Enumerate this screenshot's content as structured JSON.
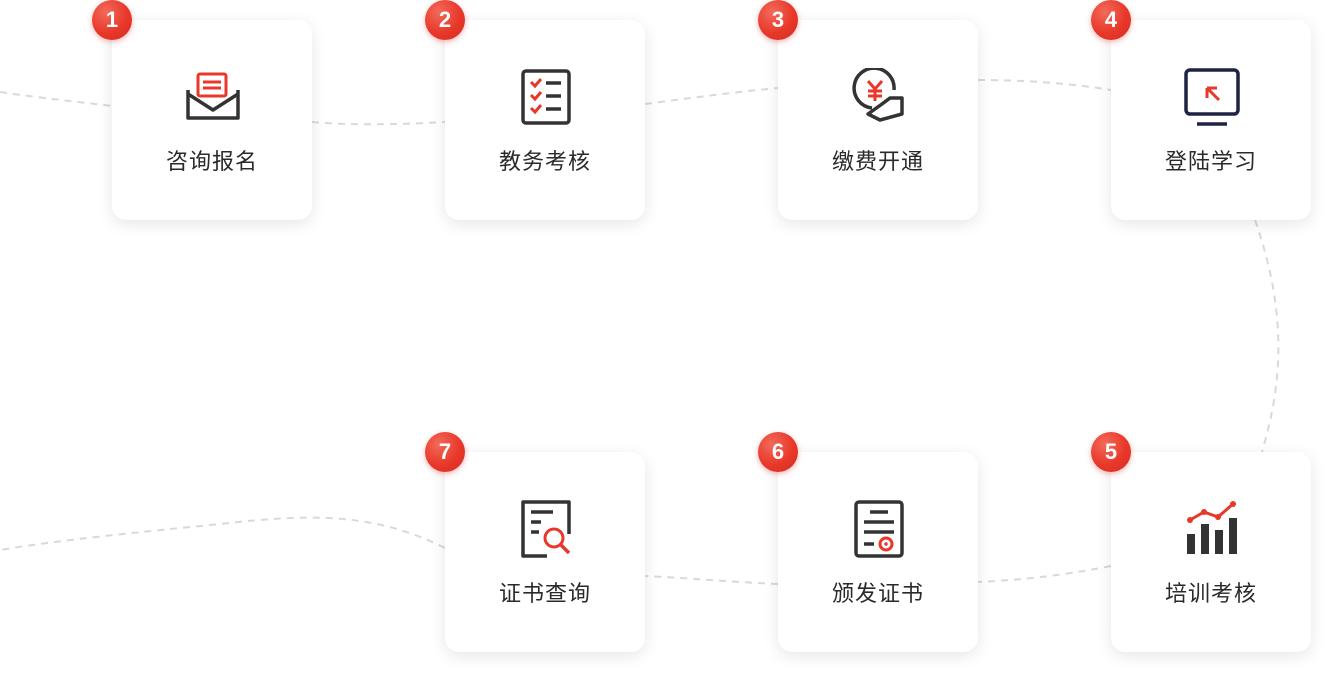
{
  "steps": [
    {
      "num": "1",
      "label": "咨询报名",
      "icon": "envelope-icon"
    },
    {
      "num": "2",
      "label": "教务考核",
      "icon": "checklist-icon"
    },
    {
      "num": "3",
      "label": "缴费开通",
      "icon": "yuen-payment-icon"
    },
    {
      "num": "4",
      "label": "登陆学习",
      "icon": "monitor-login-icon"
    },
    {
      "num": "5",
      "label": "培训考核",
      "icon": "bar-chart-icon"
    },
    {
      "num": "6",
      "label": "颁发证书",
      "icon": "certificate-icon"
    },
    {
      "num": "7",
      "label": "证书查询",
      "icon": "document-search-icon"
    }
  ],
  "colors": {
    "accent": "#e8382a",
    "icon_stroke": "#333333",
    "curve": "#d9d9d9"
  }
}
